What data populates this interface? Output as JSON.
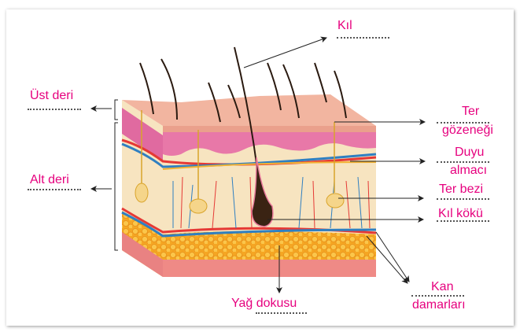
{
  "labels": {
    "kil": "Kıl",
    "ust_deri": "Üst deri",
    "alt_deri": "Alt deri",
    "ter_gozenegi_1": "Ter",
    "ter_gozenegi_2": "gözeneği",
    "duyu_almaci_1": "Duyu",
    "duyu_almaci_2": "almacı",
    "ter_bezi": "Ter bezi",
    "kil_koku": "Kıl kökü",
    "kan_damarlari_1": "Kan",
    "kan_damarlari_2": "damarları",
    "yag_dokusu": "Yağ dokusu"
  },
  "colors": {
    "label": "#e6007e",
    "epidermis": "#f2b5a0",
    "dermis": "#f7e4c0",
    "fat": "#f5a623",
    "vein": "#2f7fc1",
    "artery": "#e53935"
  }
}
